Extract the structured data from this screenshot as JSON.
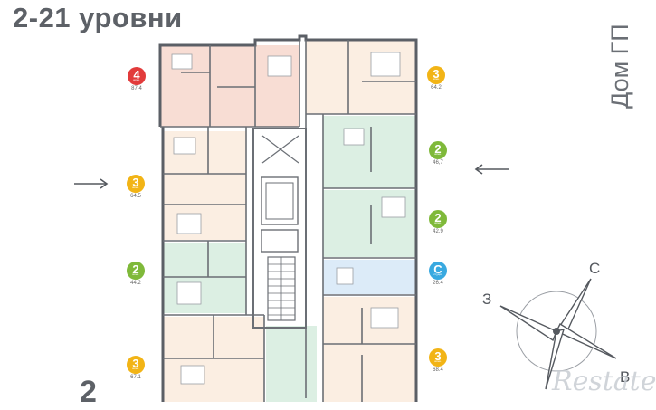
{
  "title": "2-21 уровни",
  "side_label": "Дом ГП",
  "floor_number": "2",
  "watermark": "Restate",
  "colors": {
    "wall": "#5b5f66",
    "room_orange": "#fbeee2",
    "room_red": "#f8ddd4",
    "room_green": "#dcefe3",
    "room_blue": "#dcebf8",
    "badge_4": "#e23b3b",
    "badge_3": "#f2b416",
    "badge_2": "#7fb93a",
    "badge_studio": "#39a9e0"
  },
  "apartments": [
    {
      "rooms": "4",
      "area": "87.4",
      "color": "#e23b3b",
      "sub": "комн."
    },
    {
      "rooms": "3",
      "area": "64.2",
      "color": "#f2b416",
      "sub": "комн."
    },
    {
      "rooms": "3",
      "area": "64.5",
      "color": "#f2b416",
      "sub": "комн."
    },
    {
      "rooms": "2",
      "area": "46,7",
      "color": "#7fb93a",
      "sub": "комн."
    },
    {
      "rooms": "2",
      "area": "42.9",
      "color": "#7fb93a",
      "sub": "комн."
    },
    {
      "rooms": "2",
      "area": "44.2",
      "color": "#7fb93a",
      "sub": "комн."
    },
    {
      "rooms": "С",
      "area": "26.4",
      "color": "#39a9e0",
      "sub": "студия"
    },
    {
      "rooms": "3",
      "area": "67.1",
      "color": "#f2b416",
      "sub": "комн."
    },
    {
      "rooms": "3",
      "area": "68.4",
      "color": "#f2b416",
      "sub": "комн."
    }
  ],
  "compass": {
    "north": "С",
    "west": "З",
    "east": "В"
  },
  "icons": {
    "left_arrow": "arrow-right-icon",
    "right_arrow": "arrow-left-icon",
    "compass": "compass-icon"
  }
}
